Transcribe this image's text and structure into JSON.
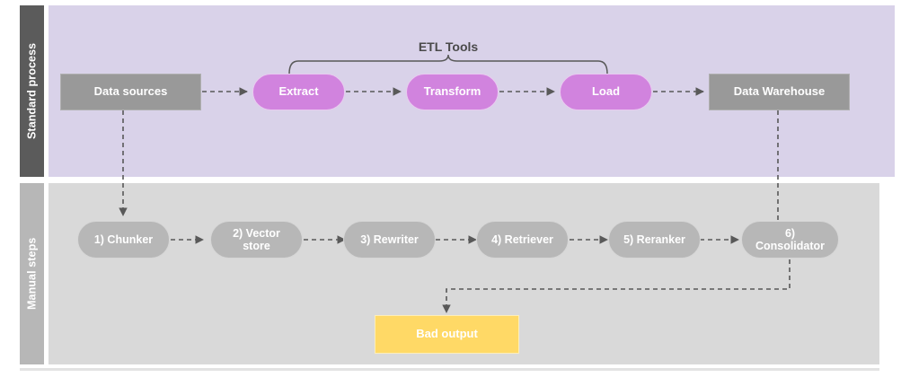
{
  "diagram": {
    "title": "ETL standard process and manual RAG steps",
    "colors": {
      "lane_top_bg": "#d9d2e9",
      "lane_top_header_bg": "#5b5b5b",
      "lane_bottom_bg": "#d9d9d9",
      "lane_bottom_header_bg": "#b7b7b7",
      "node_grey": "#999999",
      "node_purple": "#d183de",
      "node_pill_grey": "#b7b7b7",
      "node_warning": "#ffd966",
      "edge": "#595959",
      "canvas_bg": "#ffffff"
    },
    "lanes": [
      {
        "id": "standard-process",
        "label": "Standard process"
      },
      {
        "id": "manual-steps",
        "label": "Manual steps"
      }
    ],
    "annotations": [
      {
        "id": "etl-tools",
        "label": "ETL Tools",
        "spans": [
          "Extract",
          "Load"
        ]
      }
    ],
    "top_row": [
      {
        "id": "data-sources",
        "label": "Data sources",
        "shape": "rect"
      },
      {
        "id": "extract",
        "label": "Extract",
        "shape": "pill"
      },
      {
        "id": "transform",
        "label": "Transform",
        "shape": "pill"
      },
      {
        "id": "load",
        "label": "Load",
        "shape": "pill"
      },
      {
        "id": "data-warehouse",
        "label": "Data Warehouse",
        "shape": "rect"
      }
    ],
    "bottom_row": [
      {
        "id": "chunker",
        "label": "1) Chunker",
        "shape": "pill"
      },
      {
        "id": "vector-store",
        "label": "2) Vector store",
        "shape": "pill"
      },
      {
        "id": "rewriter",
        "label": "3) Rewriter",
        "shape": "pill"
      },
      {
        "id": "retriever",
        "label": "4) Retriever",
        "shape": "pill"
      },
      {
        "id": "reranker",
        "label": "5) Reranker",
        "shape": "pill"
      },
      {
        "id": "consolidator",
        "label": "6) Consolidator",
        "shape": "pill"
      }
    ],
    "outputs": [
      {
        "id": "bad-output",
        "label": "Bad output",
        "shape": "rect"
      }
    ],
    "edges": [
      {
        "from": "data-sources",
        "to": "extract",
        "style": "dashed"
      },
      {
        "from": "extract",
        "to": "transform",
        "style": "dashed"
      },
      {
        "from": "transform",
        "to": "load",
        "style": "dashed"
      },
      {
        "from": "load",
        "to": "data-warehouse",
        "style": "dashed"
      },
      {
        "from": "data-sources",
        "to": "chunker",
        "style": "dashed"
      },
      {
        "from": "chunker",
        "to": "vector-store",
        "style": "dashed"
      },
      {
        "from": "vector-store",
        "to": "rewriter",
        "style": "dashed"
      },
      {
        "from": "rewriter",
        "to": "retriever",
        "style": "dashed"
      },
      {
        "from": "retriever",
        "to": "reranker",
        "style": "dashed"
      },
      {
        "from": "reranker",
        "to": "consolidator",
        "style": "dashed"
      },
      {
        "from": "data-warehouse",
        "to": "consolidator",
        "style": "dashed"
      },
      {
        "from": "consolidator",
        "to": "bad-output",
        "style": "dashed"
      }
    ]
  }
}
